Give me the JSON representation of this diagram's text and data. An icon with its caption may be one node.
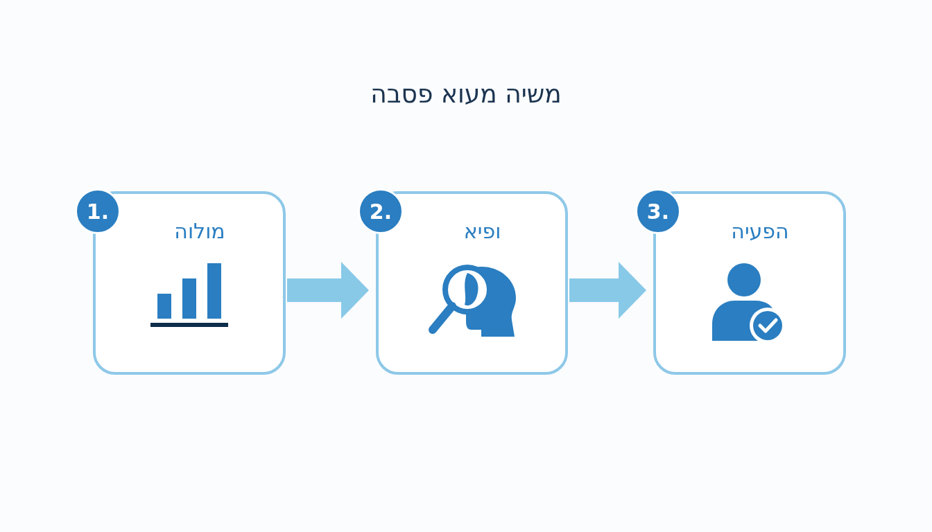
{
  "diagram": {
    "title": "משיה מעוא פסבה",
    "nodes": [
      {
        "text": [
          "1.",
          "מולוה"
        ]
      },
      {
        "text": [
          "2.",
          "ופיא"
        ]
      },
      {
        "text": [
          "3.",
          "הפעיה"
        ]
      }
    ],
    "edges": [
      {
        "from": 0,
        "to": 1,
        "arrow": "to"
      },
      {
        "from": 1,
        "to": 2,
        "arrow": "to"
      }
    ]
  }
}
